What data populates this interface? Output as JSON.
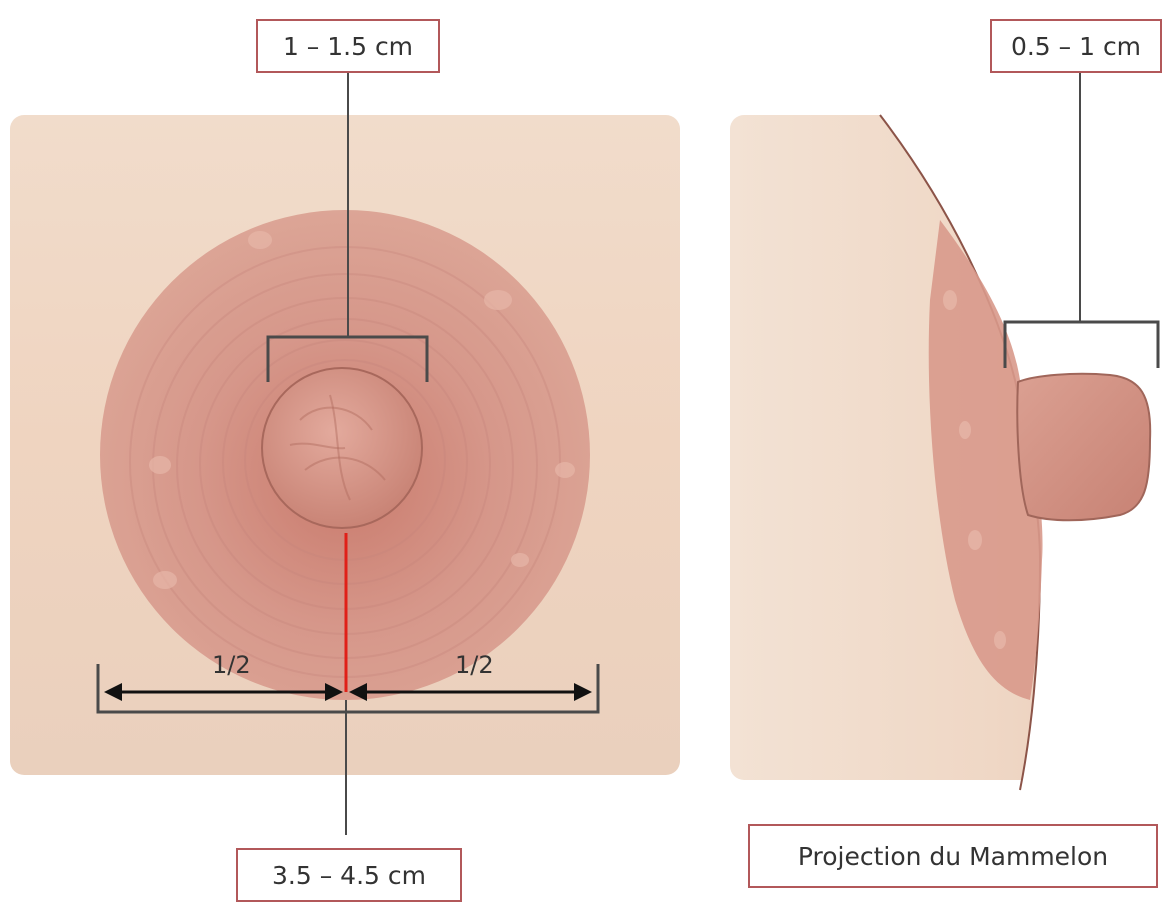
{
  "labels": {
    "nipple_width": "1 – 1.5 cm",
    "nipple_projection": "0.5 – 1 cm",
    "areola_diameter": "3.5 – 4.5 cm",
    "half_left": "1/2",
    "half_right": "1/2",
    "caption": "Projection du Mammelon"
  },
  "colors": {
    "box_border": "#b2585a",
    "radius_line": "#e02018",
    "leader_line": "#4a4a4a",
    "skin": "#efd6c2",
    "areola": "#d99a8c",
    "nipple": "#d49084"
  }
}
